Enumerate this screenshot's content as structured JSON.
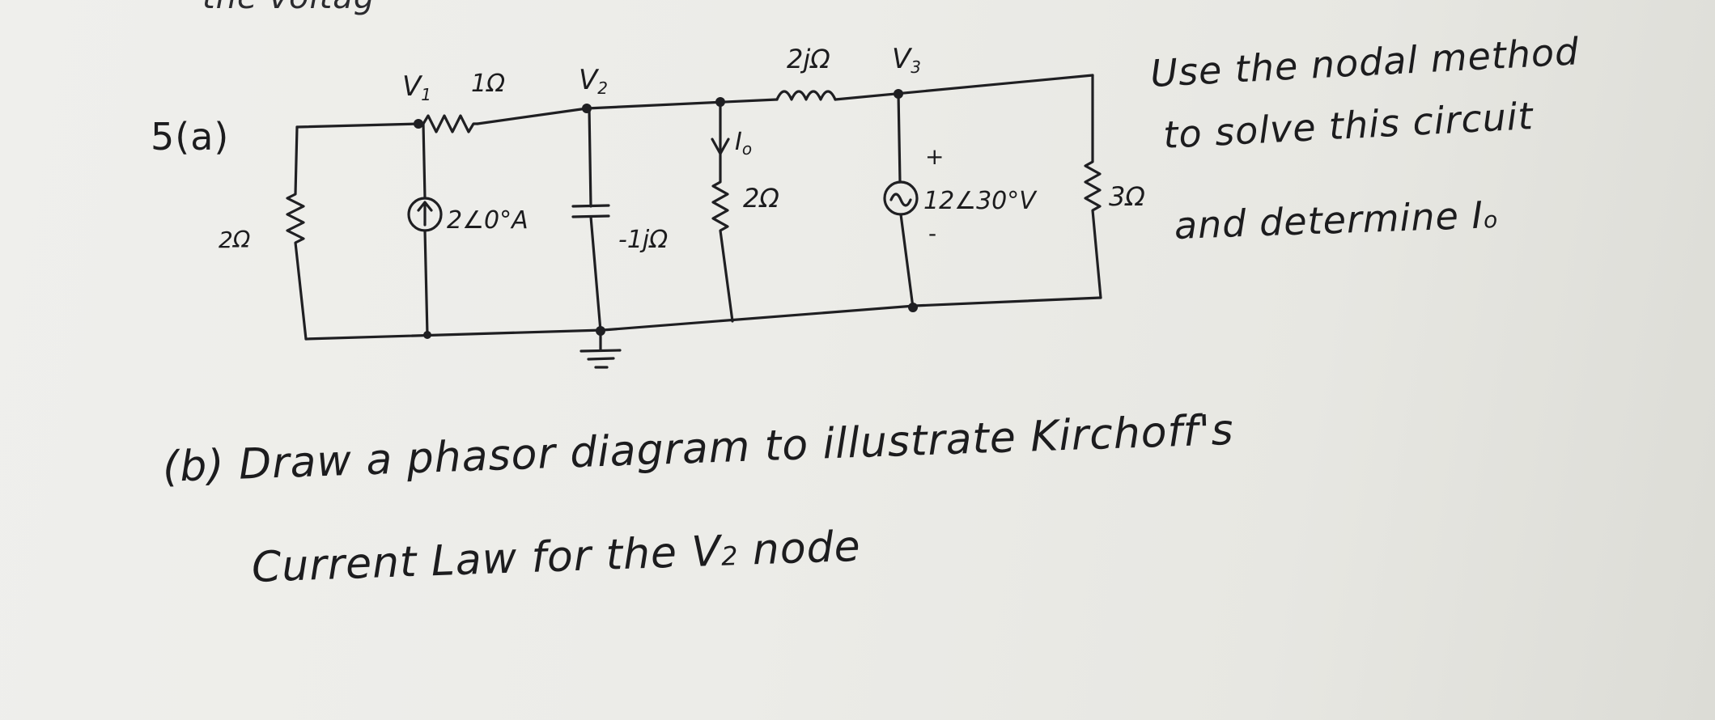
{
  "header_fragment": "the voltag",
  "problem_a": {
    "label": "5(a)",
    "instruction_line1": "Use the nodal method",
    "instruction_line2": "to solve this circuit",
    "instruction_line3": "and determine I",
    "instruction_subscript": "o"
  },
  "circuit": {
    "node_v1": "V",
    "node_v1_sub": "1",
    "node_v2": "V",
    "node_v2_sub": "2",
    "node_v3": "V",
    "node_v3_sub": "3",
    "r_series_1": "1Ω",
    "l_series": "2jΩ",
    "r_left": "2Ω",
    "current_source": "2∠0°A",
    "capacitor": "-1jΩ",
    "current_label": "I",
    "current_label_sub": "o",
    "r_mid": "2Ω",
    "voltage_source": "12∠30°V",
    "vs_plus": "+",
    "vs_minus": "-",
    "r_right": "3Ω"
  },
  "problem_b": {
    "line1": "(b) Draw a phasor diagram to illustrate Kirchoff's",
    "line2_prefix": "Current Law for the V",
    "line2_sub": "2",
    "line2_suffix": " node"
  }
}
